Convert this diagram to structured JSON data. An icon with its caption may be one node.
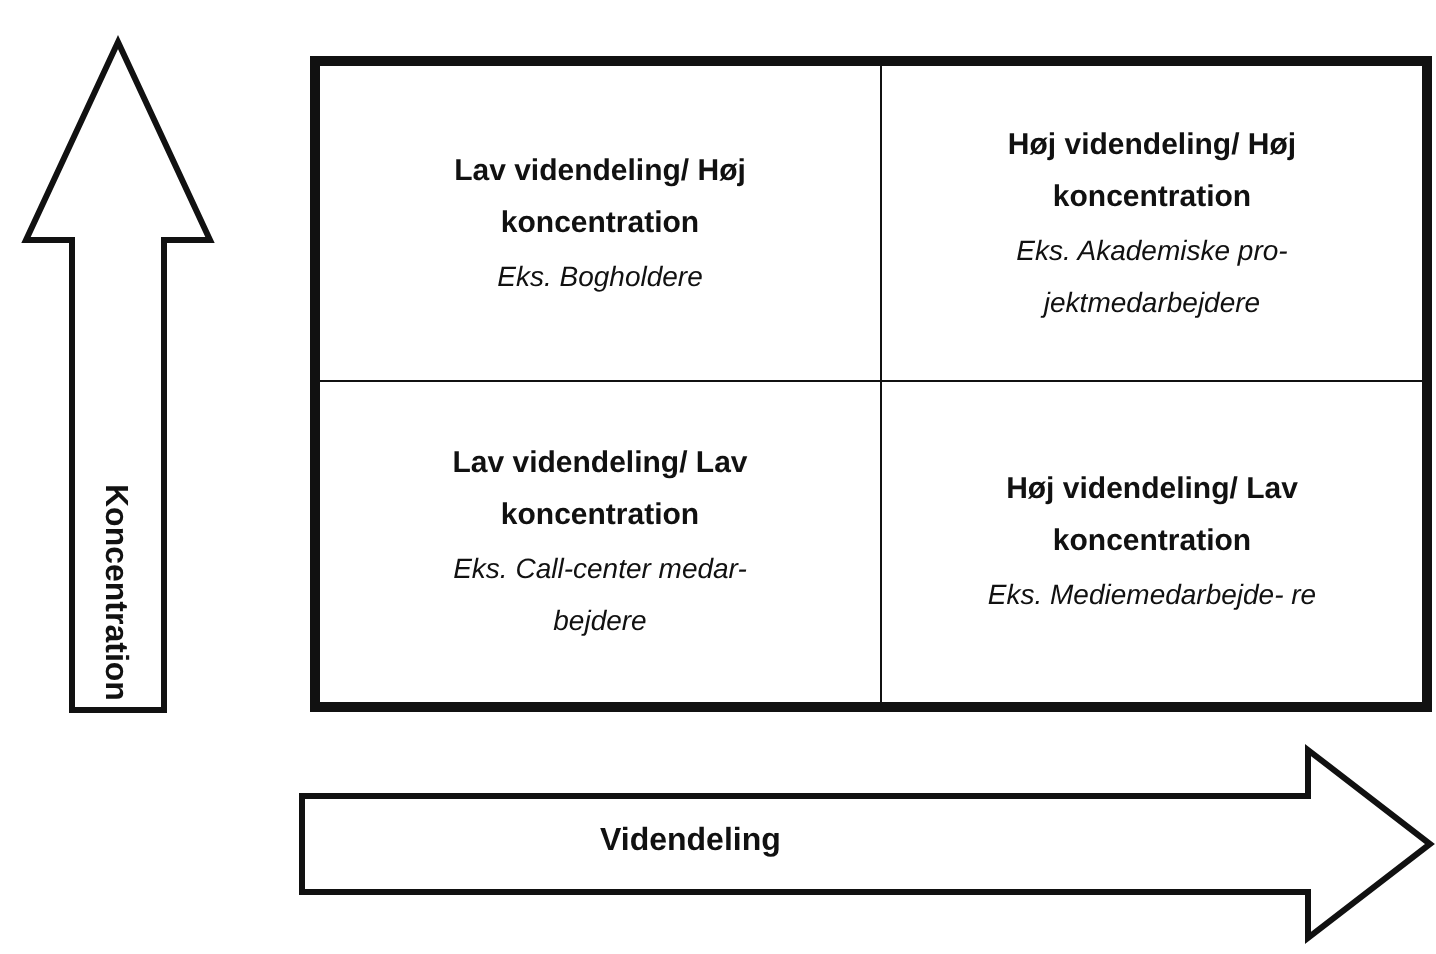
{
  "diagram": {
    "nodes": [
      {
        "text": [
          "Koncentration"
        ]
      },
      {
        "text": [
          "Lav videndeling/ Høj koncentration",
          "Eks. Bogholdere"
        ]
      },
      {
        "text": [
          "Høj videndeling/ Høj koncentration",
          "Eks. Akademiske pro- jektmedarbejdere"
        ]
      },
      {
        "text": [
          "Lav videndeling/ Lav koncentration",
          "Eks. Call-center medar- bejdere"
        ]
      },
      {
        "text": [
          "Høj videndeling/ Lav koncentration",
          "Eks. Mediemedarbejde- re"
        ]
      },
      {
        "text": [
          "Videndeling"
        ]
      }
    ],
    "edges": []
  }
}
